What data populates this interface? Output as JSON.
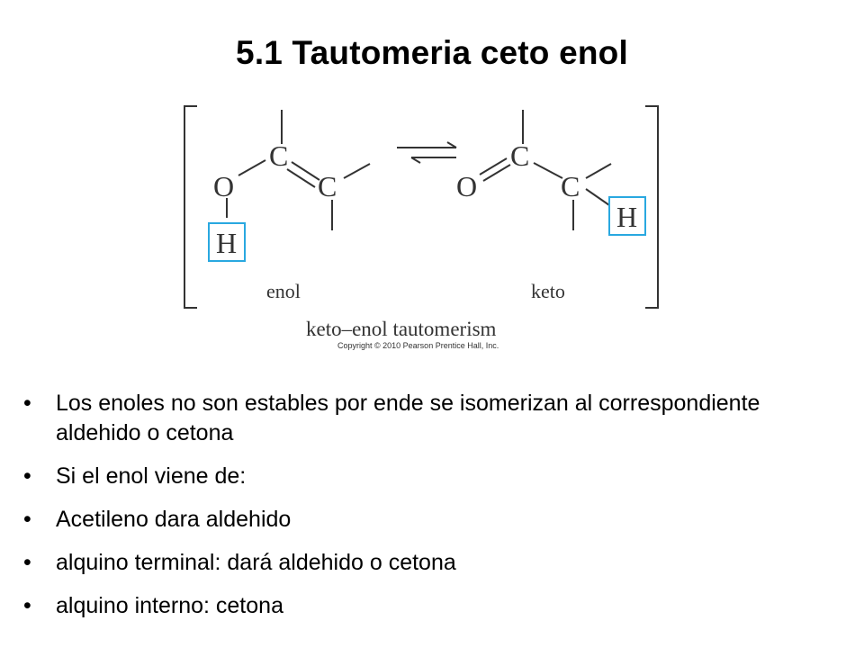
{
  "slide": {
    "title": "5.1 Tautomeria ceto enol"
  },
  "figure": {
    "atoms": {
      "enol_c1": "C",
      "enol_c2": "C",
      "enol_o": "O",
      "enol_h": "H",
      "keto_c1": "C",
      "keto_c2": "C",
      "keto_o": "O",
      "keto_h": "H"
    },
    "enol_label": "enol",
    "keto_label": "keto",
    "caption": "keto–enol tautomerism",
    "copyright": "Copyright © 2010 Pearson Prentice Hall, Inc.",
    "highlight_color": "#29a8e0"
  },
  "bullets": [
    {
      "marker": "•",
      "text": "Los enoles no son estables por ende se isomerizan al correspondiente aldehido o cetona"
    },
    {
      "marker": "•",
      "text": "Si el enol viene de:"
    },
    {
      "marker": "•",
      "text": "Acetileno dara aldehido"
    },
    {
      "marker": "•",
      "text": "alquino terminal: dará aldehido o cetona"
    },
    {
      "marker": "•",
      "text": "alquino interno: cetona"
    }
  ]
}
